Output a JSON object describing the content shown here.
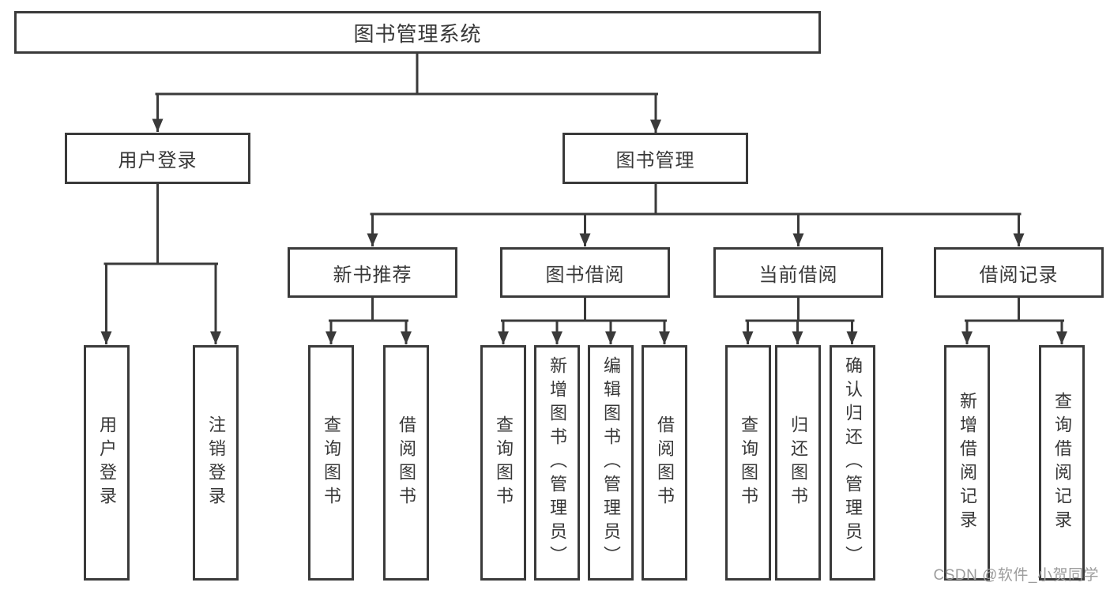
{
  "tree": {
    "root": {
      "label": "图书管理系统"
    },
    "children": [
      {
        "label": "用户登录",
        "children": [
          {
            "label": "用户登录"
          },
          {
            "label": "注销登录"
          }
        ]
      },
      {
        "label": "图书管理",
        "children": [
          {
            "label": "新书推荐",
            "children": [
              {
                "label": "查询图书"
              },
              {
                "label": "借阅图书"
              }
            ]
          },
          {
            "label": "图书借阅",
            "children": [
              {
                "label": "查询图书"
              },
              {
                "label": "新增图书（管理员）"
              },
              {
                "label": "编辑图书（管理员）"
              },
              {
                "label": "借阅图书"
              }
            ]
          },
          {
            "label": "当前借阅",
            "children": [
              {
                "label": "查询图书"
              },
              {
                "label": "归还图书"
              },
              {
                "label": "确认归还（管理员）"
              }
            ]
          },
          {
            "label": "借阅记录",
            "children": [
              {
                "label": "新增借阅记录"
              },
              {
                "label": "查询借阅记录"
              }
            ]
          }
        ]
      }
    ]
  },
  "watermark": {
    "text": "CSDN @软件_小贺同学"
  },
  "colors": {
    "line": "#3a3a3a",
    "text": "#383838",
    "watermark": "#9c9c9c",
    "background": "#ffffff"
  }
}
